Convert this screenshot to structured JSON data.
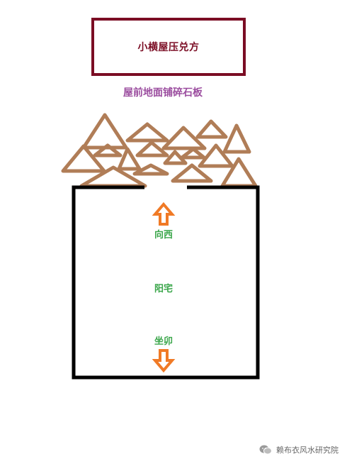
{
  "top_box": {
    "label": "小横屋压兑方"
  },
  "paving_label": "屋前地面铺碎石板",
  "house": {
    "top_label": "向西",
    "center_label": "阳宅",
    "bottom_label": "坐卯"
  },
  "watermark": {
    "text": "赖布衣风水研究院",
    "icon": "wechat-icon"
  },
  "colors": {
    "top_box_border": "#7b0d24",
    "paving_label": "#9b4d9f",
    "stones": "#b07d57",
    "arrows": "#f07a26",
    "house_labels": "#3aa64a",
    "house_outline": "#000000"
  }
}
